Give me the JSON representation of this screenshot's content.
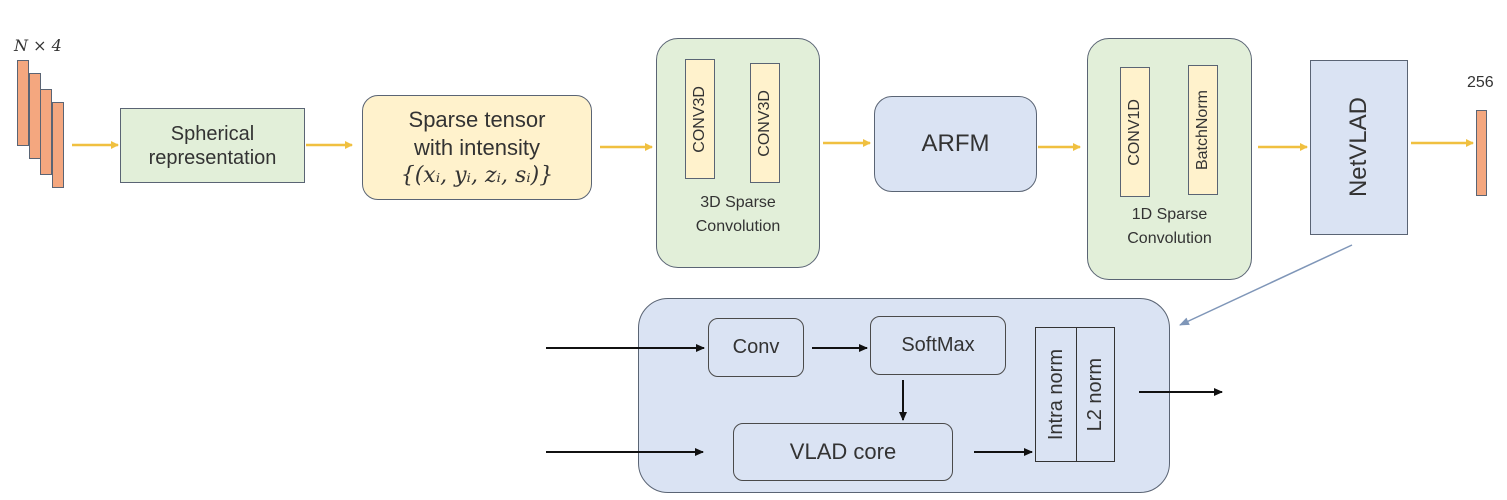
{
  "input": {
    "label": "N × 4"
  },
  "output": {
    "label": "256"
  },
  "blocks": {
    "spherical": {
      "line1": "Spherical",
      "line2": "representation"
    },
    "sparse_tensor": {
      "line1": "Sparse tensor",
      "line2": "with intensity",
      "formula": "{(xᵢ, yᵢ, zᵢ, sᵢ)}"
    },
    "sparse3d": {
      "layer1": "CONV3D",
      "layer2": "CONV3D",
      "caption1": "3D Sparse",
      "caption2": "Convolution"
    },
    "arfm": {
      "label": "ARFM"
    },
    "sparse1d": {
      "layer1": "CONV1D",
      "layer2": "BatchNorm",
      "caption1": "1D Sparse",
      "caption2": "Convolution"
    },
    "netvlad": {
      "label": "NetVLAD"
    }
  },
  "netvlad_detail": {
    "conv": "Conv",
    "softmax": "SoftMax",
    "vlad_core": "VLAD core",
    "intra_norm": "Intra norm",
    "l2_norm": "L2 norm"
  },
  "colors": {
    "input_bar": "#f4a77f",
    "green_block": "#e2efd9",
    "yellow_block": "#fff2cc",
    "blue_block": "#dae3f3",
    "flow_arrow": "#f0c040",
    "detail_arrow": "#000000",
    "link_arrow": "#7f96b8"
  }
}
